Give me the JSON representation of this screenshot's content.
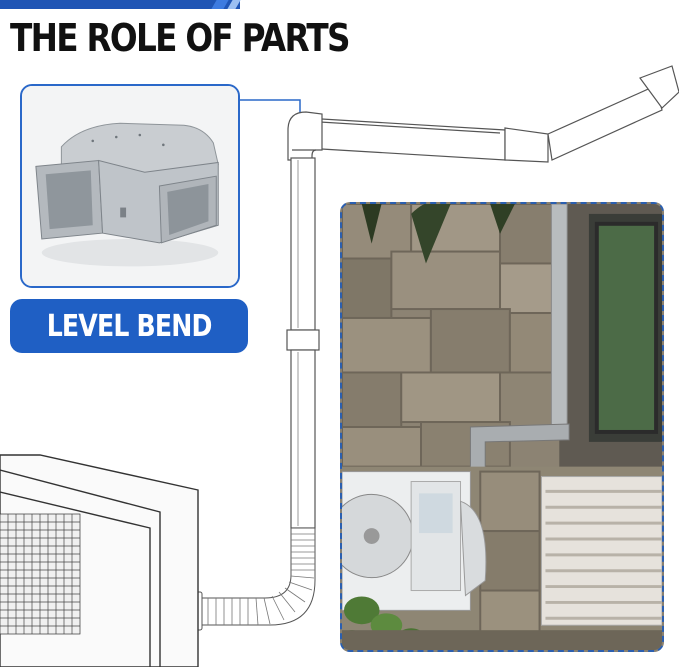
{
  "header": {
    "title": "THE ROLE OF PARTS"
  },
  "part": {
    "label": "LEVEL BEND"
  },
  "colors": {
    "accent": "#1f5fc4",
    "frame_border": "#2a68c9",
    "title": "#111111",
    "duct": "#d9dcdf"
  },
  "icons": {
    "product": "level-bend-image",
    "photo": "installation-photo"
  }
}
